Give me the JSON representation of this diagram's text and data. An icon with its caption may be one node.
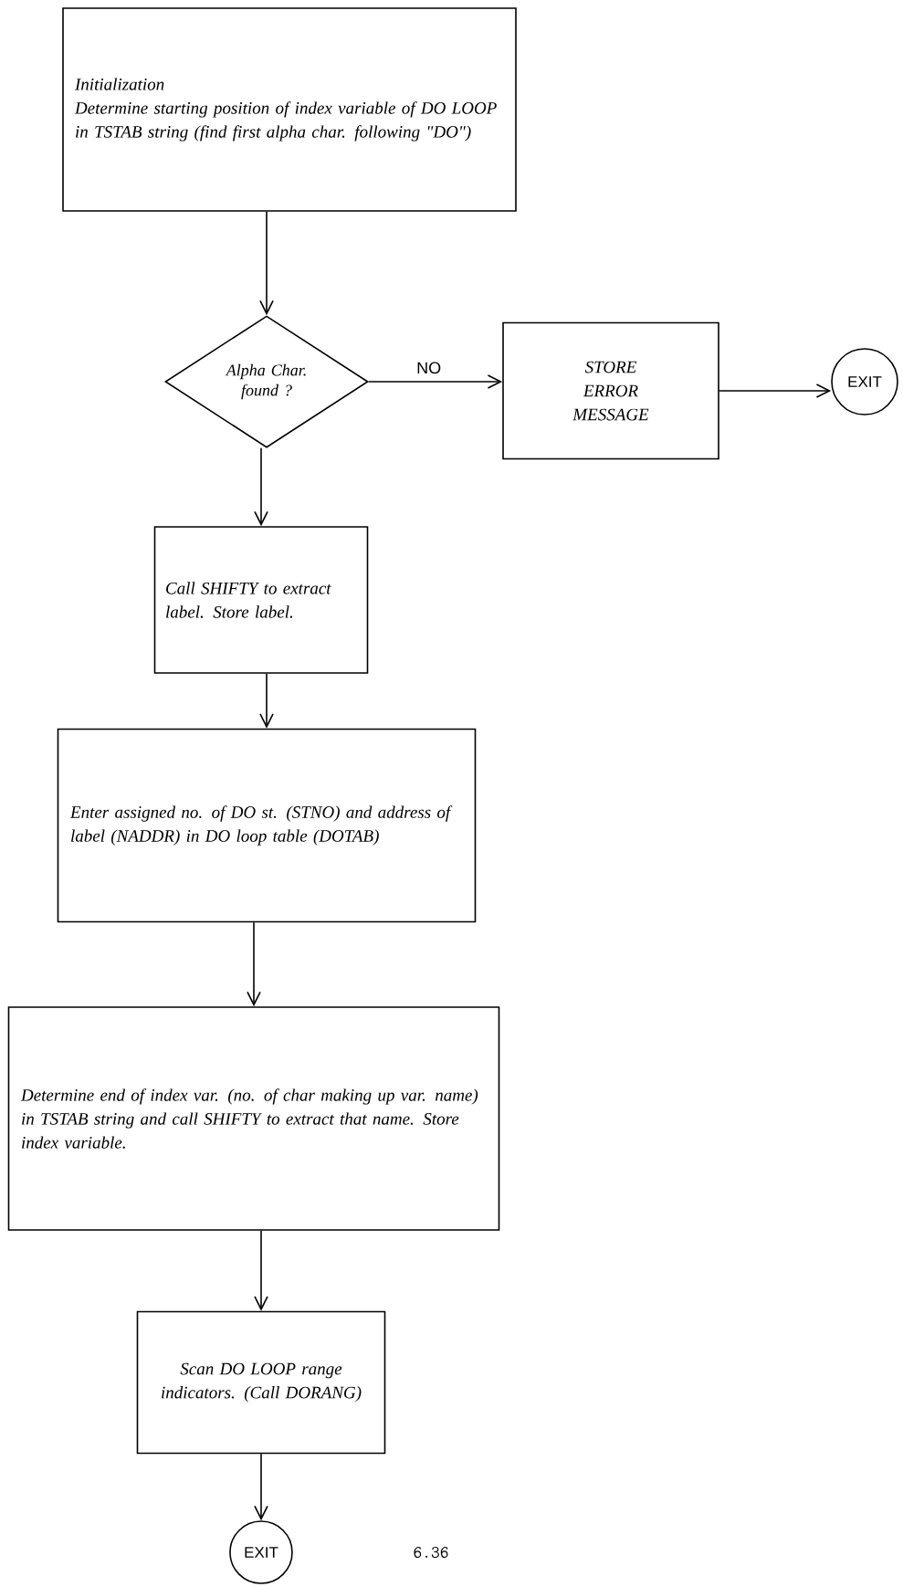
{
  "diagram": {
    "nodes": [
      {
        "text": [
          "Initialization",
          "Determine starting position of index variable of DO LOOP in TSTAB string (find first alpha char. following \"DO\")"
        ]
      },
      {
        "text": [
          "Alpha Char. found ?"
        ]
      },
      {
        "text": [
          "STORE ERROR MESSAGE"
        ]
      },
      {
        "text": [
          "EXIT"
        ]
      },
      {
        "text": [
          "Call SHIFTY to extract label. Store label."
        ]
      },
      {
        "text": [
          "Enter assigned no. of DO st. (STNO) and address of label (NADDR) in DO loop table (DOTAB)"
        ]
      },
      {
        "text": [
          "Determine end of index var. (no. of char making up var. name) in TSTAB string and call SHIFTY to extract that name. Store index variable."
        ]
      },
      {
        "text": [
          "Scan DO LOOP range indicators. (Call DORANG)"
        ]
      },
      {
        "text": [
          "EXIT"
        ]
      }
    ],
    "edges": [
      {
        "from": 0,
        "to": 1,
        "arrow": "to"
      },
      {
        "from": 1,
        "to": 2,
        "arrow": "to",
        "label": "NO"
      },
      {
        "from": 2,
        "to": 3,
        "arrow": "to"
      },
      {
        "from": 1,
        "to": 4,
        "arrow": "to"
      },
      {
        "from": 4,
        "to": 5,
        "arrow": "to"
      },
      {
        "from": 5,
        "to": 6,
        "arrow": "to"
      },
      {
        "from": 6,
        "to": 7,
        "arrow": "to"
      },
      {
        "from": 7,
        "to": 8,
        "arrow": "to"
      }
    ],
    "labels": [
      "6.36"
    ]
  }
}
